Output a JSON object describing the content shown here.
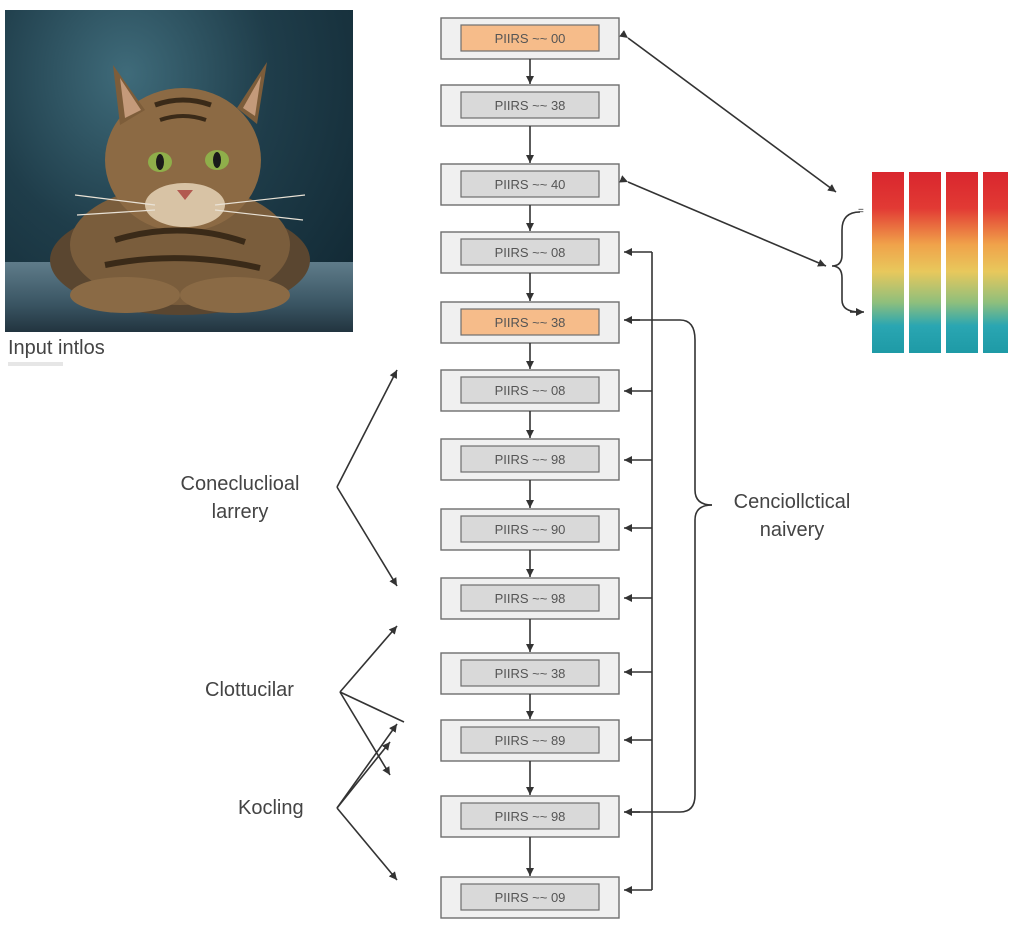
{
  "input_label": "Input intlos",
  "label_conv_layer": [
    "Conecluclioal",
    "larrery"
  ],
  "label_clott": "Clottucilar",
  "label_pooling": "Kocling",
  "label_right": [
    "Cenciollctical",
    "naivery"
  ],
  "layers": [
    {
      "label": "PIIRS ~~ 00",
      "highlight": true
    },
    {
      "label": "PIIRS ~~ 38",
      "highlight": false
    },
    {
      "label": "PIIRS ~~ 40",
      "highlight": false
    },
    {
      "label": "PIIRS ~~ 08",
      "highlight": false
    },
    {
      "label": "PIIRS ~~ 38",
      "highlight": true
    },
    {
      "label": "PIIRS ~~ 08",
      "highlight": false
    },
    {
      "label": "PIIRS ~~ 98",
      "highlight": false
    },
    {
      "label": "PIIRS ~~ 90",
      "highlight": false
    },
    {
      "label": "PIIRS ~~ 98",
      "highlight": false
    },
    {
      "label": "PIIRS ~~ 38",
      "highlight": false
    },
    {
      "label": "PIIRS ~~ 89",
      "highlight": false
    },
    {
      "label": "PIIRS ~~ 98",
      "highlight": false
    },
    {
      "label": "PIIRS ~~ 09",
      "highlight": false
    }
  ],
  "colors": {
    "layer_fill": "#d9d9d9",
    "layer_border": "#6e6e6e",
    "highlight_fill": "#f6bc8a",
    "outer_fill": "#f0f0f0",
    "arrow": "#333333",
    "spectrum": [
      "#d9262e",
      "#e9513a",
      "#f0a24a",
      "#e7c75e",
      "#9bbf76",
      "#2aa6b2",
      "#1e9aa6"
    ]
  },
  "icons": [
    "cat-photo",
    "spectrum-bars-icon"
  ]
}
